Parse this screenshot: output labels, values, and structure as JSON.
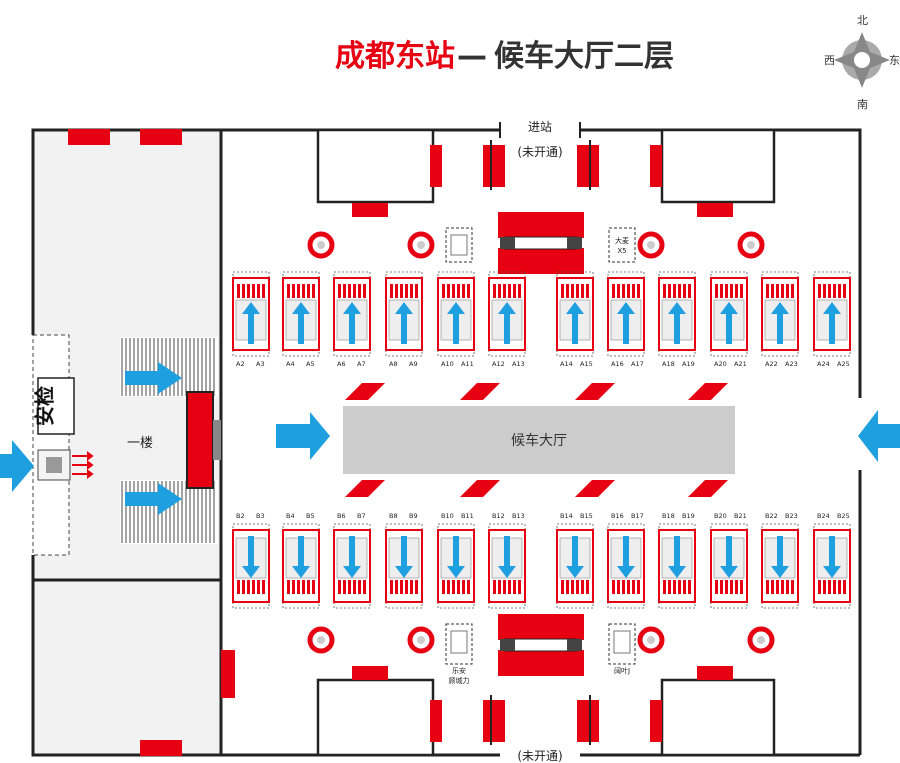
{
  "title": {
    "station": "成都东站",
    "sep": "—",
    "area": "候车大厅二层"
  },
  "compass": {
    "n": "北",
    "s": "南",
    "e": "东",
    "w": "西"
  },
  "labels": {
    "entrance": "进站",
    "not_open_top": "(未开通)",
    "not_open_bottom": "(未开通)",
    "security": "安检",
    "first_floor": "一楼",
    "hall": "候车大厅",
    "kiosk_top_a": "大麦",
    "kiosk_top_b": "X5",
    "kiosk_bot_left_a": "乐安",
    "kiosk_bot_left_b": "顾城力",
    "kiosk_bot_right": "阔叶J"
  },
  "gates_top": [
    {
      "l": "A2",
      "r": "A3"
    },
    {
      "l": "A4",
      "r": "A5"
    },
    {
      "l": "A6",
      "r": "A7"
    },
    {
      "l": "A8",
      "r": "A9"
    },
    {
      "l": "A10",
      "r": "A11"
    },
    {
      "l": "A12",
      "r": "A13"
    },
    {
      "l": "A14",
      "r": "A15"
    },
    {
      "l": "A16",
      "r": "A17"
    },
    {
      "l": "A18",
      "r": "A19"
    },
    {
      "l": "A20",
      "r": "A21"
    },
    {
      "l": "A22",
      "r": "A23"
    },
    {
      "l": "A24",
      "r": "A25"
    }
  ],
  "gates_bottom": [
    {
      "l": "B2",
      "r": "B3"
    },
    {
      "l": "B4",
      "r": "B5"
    },
    {
      "l": "B6",
      "r": "B7"
    },
    {
      "l": "B8",
      "r": "B9"
    },
    {
      "l": "B10",
      "r": "B11"
    },
    {
      "l": "B12",
      "r": "B13"
    },
    {
      "l": "B14",
      "r": "B15"
    },
    {
      "l": "B16",
      "r": "B17"
    },
    {
      "l": "B18",
      "r": "B19"
    },
    {
      "l": "B20",
      "r": "B21"
    },
    {
      "l": "B22",
      "r": "B23"
    },
    {
      "l": "B24",
      "r": "B25"
    }
  ],
  "colors": {
    "red": "#e60012",
    "blue": "#1e9fe0",
    "gray": "#cccccc",
    "wall": "#222222"
  }
}
